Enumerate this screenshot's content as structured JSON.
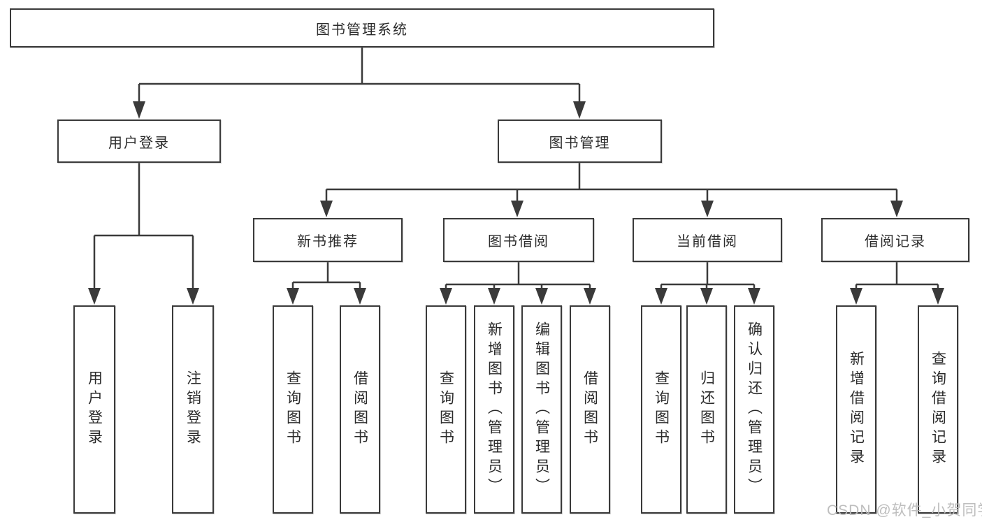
{
  "diagram": {
    "type": "hierarchy-tree",
    "nodes": {
      "root": {
        "label": "图书管理系统"
      },
      "level2": [
        {
          "label": "用户登录"
        },
        {
          "label": "图书管理"
        }
      ],
      "level3": [
        {
          "label": "新书推荐",
          "parent": "图书管理"
        },
        {
          "label": "图书借阅",
          "parent": "图书管理"
        },
        {
          "label": "当前借阅",
          "parent": "图书管理"
        },
        {
          "label": "借阅记录",
          "parent": "图书管理"
        }
      ],
      "leaves": [
        {
          "label": "用户登录",
          "parent": "用户登录"
        },
        {
          "label": "注销登录",
          "parent": "用户登录"
        },
        {
          "label": "查询图书",
          "parent": "新书推荐"
        },
        {
          "label": "借阅图书",
          "parent": "新书推荐"
        },
        {
          "label": "查询图书",
          "parent": "图书借阅"
        },
        {
          "label": "新增图书（管理员）",
          "parent": "图书借阅"
        },
        {
          "label": "编辑图书（管理员）",
          "parent": "图书借阅"
        },
        {
          "label": "借阅图书",
          "parent": "图书借阅"
        },
        {
          "label": "查询图书",
          "parent": "当前借阅"
        },
        {
          "label": "归还图书",
          "parent": "当前借阅"
        },
        {
          "label": "确认归还（管理员）",
          "parent": "当前借阅"
        },
        {
          "label": "新增借阅记录",
          "parent": "借阅记录"
        },
        {
          "label": "查询借阅记录",
          "parent": "借阅记录"
        }
      ]
    },
    "colors": {
      "line": "#3a3a3a",
      "text": "#2b2b2b",
      "box_fill": "#ffffff",
      "watermark": "#bababa",
      "background": "#ffffff"
    }
  },
  "watermark": "CSDN @软件_小贺同学"
}
